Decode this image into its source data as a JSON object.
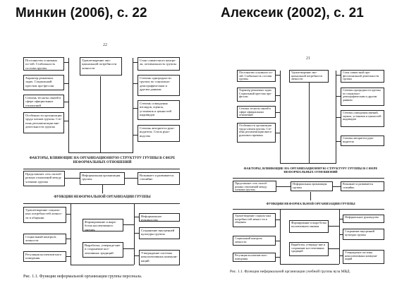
{
  "headers": {
    "left": "Минкин (2006), с. 22",
    "right": "Алексеик (2002), с. 21"
  },
  "left_page": {
    "page_number": "22",
    "top_left": [
      "Постоянство основных по-зей. Стабильность состава группы",
      "Характер решаемых задач. Социальный престиж про-фессии",
      "Степень тесноты связей в сфере официальных отношений",
      "Особенности организации труда членов группы. Сте-пень регламентации вне-деятельности группы"
    ],
    "top_mid": [
      "Удовлетворение эмо-циональной потребности личности"
    ],
    "top_right": [
      "Стаж совместного контро-ля, оптимальность группы",
      "Степень однородности группы по социально-демографическим и другим данным",
      "Степень совпадения взглядов, оценок, установок и ценностей индивидов",
      "Степень авторитета руко-водителя. Стиль руко-водства"
    ],
    "factors_title": "ФАКТОРЫ, ВЛИЯЮЩИЕ НА ОРГАНИЗАЦИОННУЮ СТРУКТУРУ ГРУППЫ В СФЕРЕ НЕФОРМАЛЬНЫХ ОТНОШЕНИЙ",
    "middle": [
      "Представляет сеть своеоб-разных отношений между членами группы",
      "Неформальная организация группы",
      "Возникает и развивается стихийно"
    ],
    "functions_title": "ФУНКЦИИ НЕФОРМАЛЬНОЙ ОРГАНИЗАЦИИ ГРУППЫ",
    "bottom_left": [
      "Удовлетворение социаль-ных потребностей личнос-ти в общении",
      "Социальный контроль личности",
      "Регуляция коллектив-ного поведения"
    ],
    "bottom_mid": [
      "Формирование и выра-ботка коллективного мнения",
      "Выработка, утвержде-ние и сохранение кол-лективных традиций"
    ],
    "bottom_right": [
      "Неформальное руководство",
      "Сохранение внутренней культуры группы",
      "Утверждение системы неколлективных коммуни-каций"
    ],
    "caption": "Рис. 1.1. Функции неформальной организации группы персонала."
  },
  "right_page": {
    "page_number": "21",
    "top_left": [
      "Постоянство основного по-зей. Стабильность состава группы",
      "Характер решаемых задач. Социальный престиж про-фессии",
      "Степень тесноты связей в сфере официальных отношений",
      "Особенности организации труда членов группы. Сте-пень регламентации внега-руппового времени"
    ],
    "top_mid": [
      "Удовлетворение эмо-циональной потребности личности"
    ],
    "top_right": [
      "Стаж совместной про-фессиональной деятельности группы",
      "Степень однородности группы по социально-демографическим и другим данным",
      "Степень совпадения мнений, оценок, установок и ценностей индивидов",
      "Степень авторитета руко-водителя"
    ],
    "factors_title": "ФАКТОРЫ, ВЛИЯЮЩИЕ НА ОРГАНИЗАЦИОННУЮ СТРУКТУРУ ГРУППЫ В СФЕРЕ НЕФОРМАЛЬНЫХ ОТНОШЕНИЙ",
    "middle": [
      "Представляет сеть своеоб-разных отношений между членами группы",
      "Неформальная организация группы",
      "Возникает и развивается стихийно"
    ],
    "functions_title": "ФУНКЦИИ НЕФОРМАЛЬНОЙ ОРГАНИЗАЦИИ ГРУППЫ",
    "bottom_left": [
      "Удовлетворение социаль-ных потребностей личнос-ти в общении",
      "Социальный контроль личности",
      "Регуляция коллектив-ного поведения"
    ],
    "bottom_mid": [
      "Формирование и выра-ботка коллективного мнения",
      "Выработка, утвержде-ние и сохранение кол-лективных традиций"
    ],
    "bottom_right": [
      "Неформальное руководство",
      "Сохранение внутренней культуры группы",
      "Утверждение системы неколлективных коммуни-каций"
    ],
    "caption": "Рис. 1.1. Функции неформальной организации учебной группы вуза МВД."
  }
}
